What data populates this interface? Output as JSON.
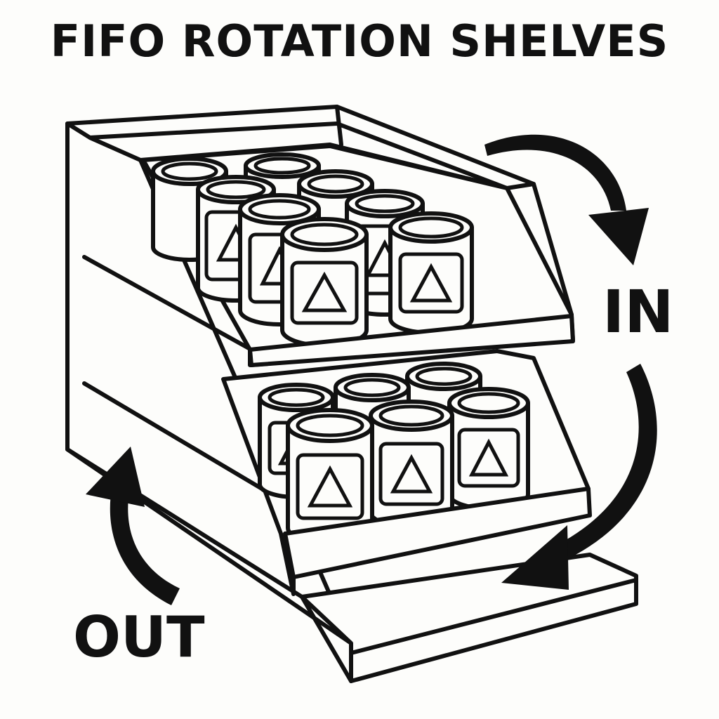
{
  "title": "FIFO ROTATION SHELVES",
  "labels": {
    "in": "IN",
    "out": "OUT"
  },
  "colors": {
    "ink": "#111111",
    "background": "#fdfdfb"
  },
  "icons": {
    "can_label_mark": "triangle-icon",
    "flow_arrow": "curved-arrow-icon"
  }
}
